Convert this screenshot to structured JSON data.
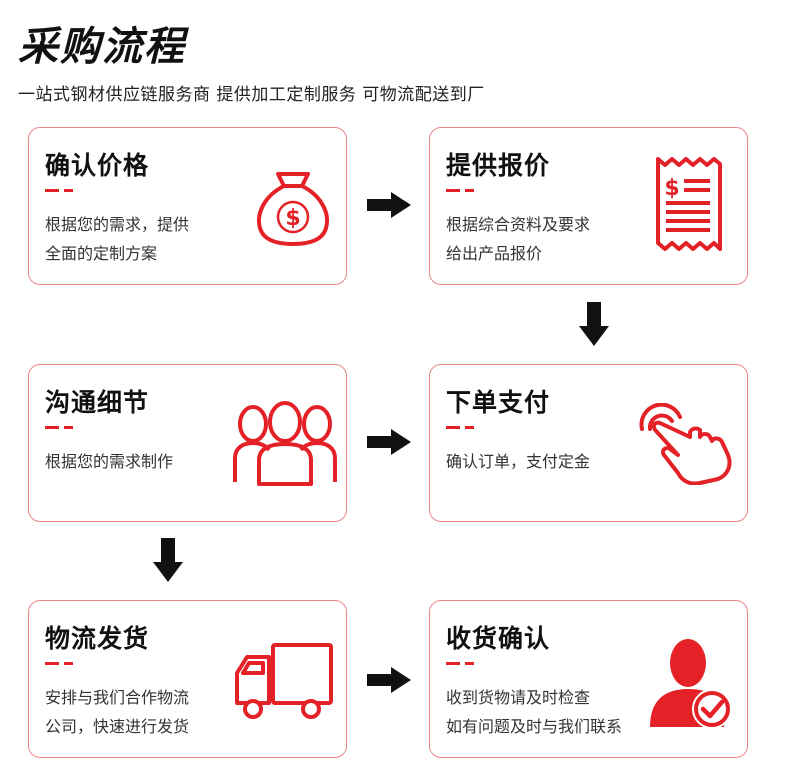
{
  "header": {
    "title": "采购流程",
    "subtitle": "一站式钢材供应链服务商 提供加工定制服务 可物流配送到厂"
  },
  "colors": {
    "accent": "#e32127",
    "border": "#e8868a",
    "arrow": "#111111"
  },
  "steps": [
    {
      "title": "确认价格",
      "lines": [
        "根据您的需求，提供",
        "全面的定制方案"
      ],
      "icon": "money-bag-icon"
    },
    {
      "title": "提供报价",
      "lines": [
        "根据综合资料及要求",
        "给出产品报价"
      ],
      "icon": "receipt-icon"
    },
    {
      "title": "沟通细节",
      "lines": [
        "根据您的需求制作"
      ],
      "icon": "people-group-icon"
    },
    {
      "title": "下单支付",
      "lines": [
        "确认订单，支付定金"
      ],
      "icon": "tap-hand-icon"
    },
    {
      "title": "物流发货",
      "lines": [
        "安排与我们合作物流",
        "公司，快速进行发货"
      ],
      "icon": "delivery-truck-icon"
    },
    {
      "title": "收货确认",
      "lines": [
        "收到货物请及时检查",
        "如有问题及时与我们联系"
      ],
      "icon": "user-check-icon"
    }
  ]
}
